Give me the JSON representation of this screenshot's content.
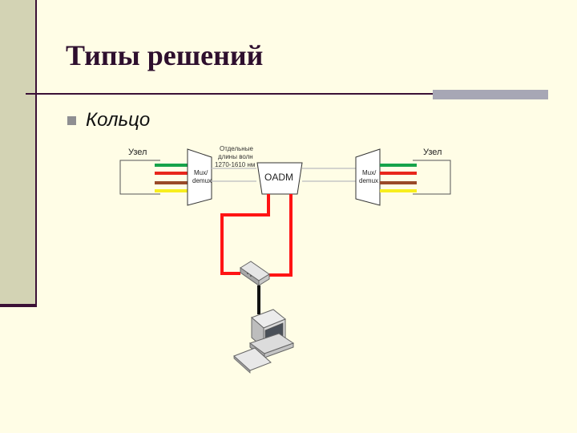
{
  "slide": {
    "title": "Типы решений",
    "bullet": "Кольцо"
  },
  "diagram": {
    "node_left_label": "Узел",
    "node_right_label": "Узел",
    "mux_left_label": [
      "Mux/",
      "demux"
    ],
    "mux_right_label": [
      "Mux/",
      "demux"
    ],
    "oadm_label": "OADM",
    "wavelength_note": [
      "Отдельные",
      "длины волн",
      "1270-1610 нм"
    ],
    "colors": {
      "green": "#16a34a",
      "red": "#e8261c",
      "brown": "#9a4a28",
      "yellow": "#f7ee1f",
      "red_link": "#ff1414"
    }
  }
}
